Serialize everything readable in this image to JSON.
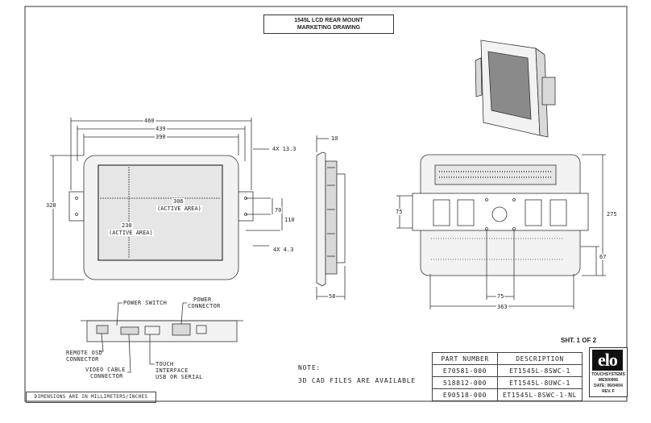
{
  "title": {
    "line1": "1545L LCD REAR MOUNT",
    "line2": "MARKETING DRAWING"
  },
  "front_view": {
    "dims": {
      "width_460": "460",
      "width_439": "439",
      "width_390": "390",
      "height_328": "328",
      "active_w": "306",
      "active_w_note": "(ACTIVE AREA)",
      "active_h": "230",
      "active_h_note": "(ACTIVE AREA)",
      "holes_top": "4X 13.3",
      "holes_bottom": "4X 4.3",
      "dim_70": "70",
      "dim_110": "110"
    }
  },
  "side_view": {
    "dims": {
      "top": "10",
      "bottom": "58"
    }
  },
  "rear_view": {
    "dims": {
      "left_75": "75",
      "height_275": "275",
      "right_67": "67",
      "bottom_75": "75",
      "width_363": "363"
    }
  },
  "bottom_view": {
    "callouts": {
      "power_switch": "POWER SWITCH",
      "power_connector_1": "POWER",
      "power_connector_2": "CONNECTOR",
      "remote_osd_1": "REMOTE OSD",
      "remote_osd_2": "CONNECTOR",
      "video_cable_1": "VIDEO CABLE",
      "video_cable_2": "CONNECTOR",
      "touch_1": "TOUCH",
      "touch_2": "INTERFACE",
      "touch_3": "USB OR SERIAL"
    }
  },
  "note": {
    "label": "NOTE:",
    "text": "3D CAD FILES ARE AVAILABLE"
  },
  "parts_table": {
    "headers": {
      "part": "PART NUMBER",
      "desc": "DESCRIPTION"
    },
    "rows": [
      {
        "part": "E70581-000",
        "desc": "ET1545L-8SWC-1"
      },
      {
        "part": "518812-000",
        "desc": "ET1545L-8UWC-1"
      },
      {
        "part": "E90518-000",
        "desc": "ET1545L-8SWC-1-NL"
      }
    ]
  },
  "sheet": "SHT. 1 OF 2",
  "footnote": "DIMENSIONS ARE IN MILLIMETERS/INCHES",
  "logo": {
    "mark": "elo",
    "brand": "TOUCHSYSTEMS",
    "doc": "ME500906",
    "date": "DATE: 06/04/04",
    "rev": "REV. F"
  },
  "colors": {
    "line": "#333333",
    "fill_light": "#f2f2f2",
    "fill_mid": "#d9d9d9",
    "fill_dark": "#8a8a8a"
  }
}
